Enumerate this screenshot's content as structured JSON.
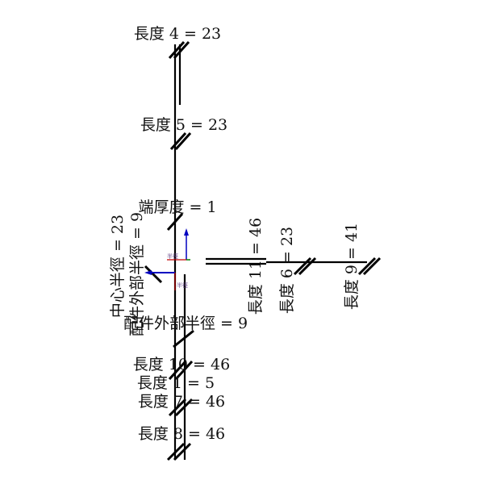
{
  "sketch": {
    "dimensions": {
      "length4": "長度 4 = 23",
      "length5": "長度 5 = 23",
      "end_thickness": "端厚度 = 1",
      "center_radius": "中心半徑 = 23",
      "fitting_outer_radius_v": "配件外部半徑 = 9",
      "fitting_outer_radius_h": "配件外部半徑 = 9",
      "length11": "長度 11 = 46",
      "length6": "長度 6 = 23",
      "length9": "長度 9 = 41",
      "length10": "長度 10 = 46",
      "length1": "長度 1 = 5",
      "length7": "長度 7 = 46",
      "length8": "長度 8 = 46"
    },
    "axis_labels": {
      "x": "半徑",
      "y": "半徑"
    },
    "colors": {
      "axis_x": "#c00000",
      "axis_y": "#0000c0",
      "origin": "#008000",
      "line": "#000000"
    }
  }
}
